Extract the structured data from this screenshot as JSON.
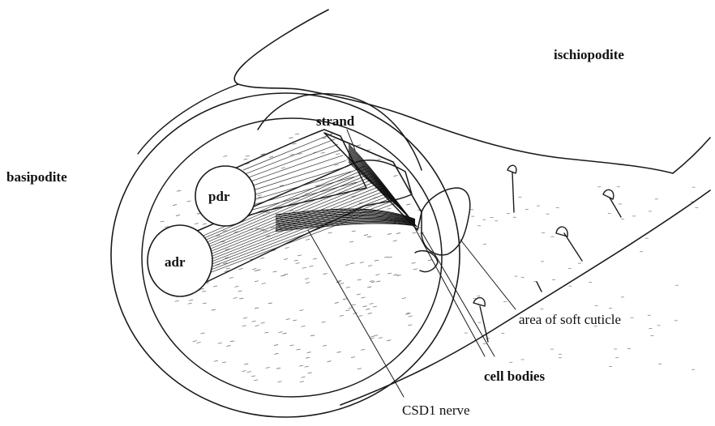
{
  "labels": {
    "ischiopodite": "ischiopodite",
    "basipodite": "basipodite",
    "strand": "strand",
    "pdr": "pdr",
    "adr": "adr",
    "soft_cuticle": "area of soft cuticle",
    "cell_bodies": "cell bodies",
    "nerve": "CSD1 nerve"
  }
}
